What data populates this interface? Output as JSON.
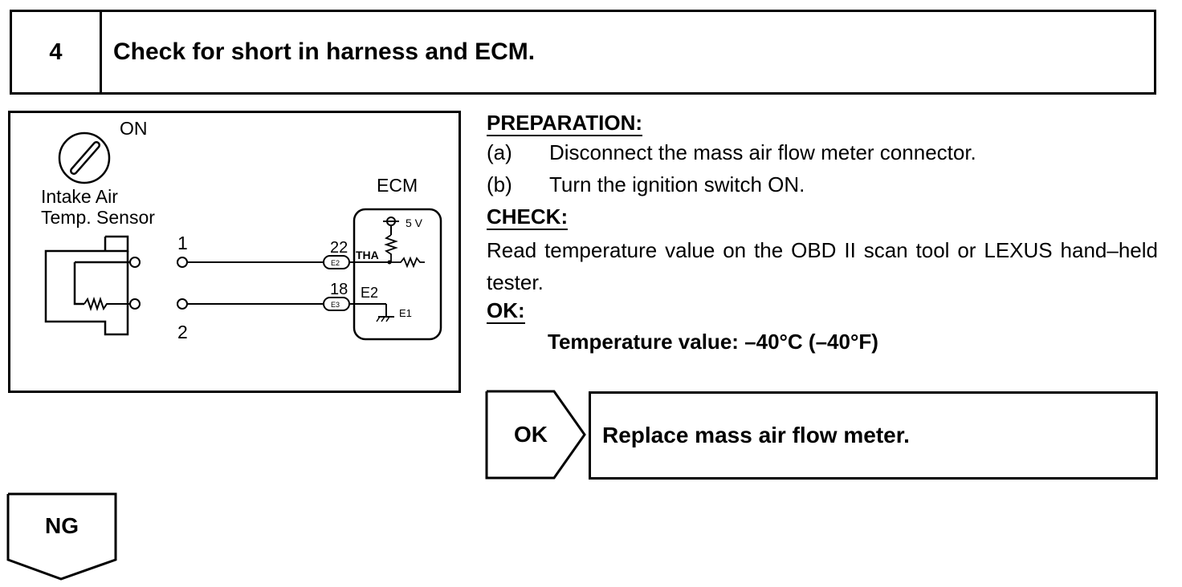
{
  "step": {
    "number": "4",
    "title": "Check for short in harness and ECM."
  },
  "diagram": {
    "switch_label": "ON",
    "sensor_label_line1": "Intake Air",
    "sensor_label_line2": "Temp. Sensor",
    "ecm_label": "ECM",
    "terminal_1": "1",
    "terminal_2": "2",
    "pin_22": "22",
    "pin_18": "18",
    "connector_e2": "E2",
    "connector_e3": "E3",
    "signal_tha": "THA",
    "signal_e2": "E2",
    "signal_e1": "E1",
    "voltage": "5 V"
  },
  "preparation": {
    "heading": "PREPARATION:",
    "steps": [
      {
        "letter": "(a)",
        "text": "Disconnect the mass air flow meter connector."
      },
      {
        "letter": "(b)",
        "text": "Turn the ignition switch ON."
      }
    ]
  },
  "check": {
    "heading": "CHECK:",
    "text": "Read temperature value on the OBD II scan tool or LEXUS hand–held tester."
  },
  "ok": {
    "heading": "OK:",
    "value": "Temperature value: –40°C (–40°F)"
  },
  "results": {
    "ok_label": "OK",
    "ok_action": "Replace mass air flow meter.",
    "ng_label": "NG"
  }
}
